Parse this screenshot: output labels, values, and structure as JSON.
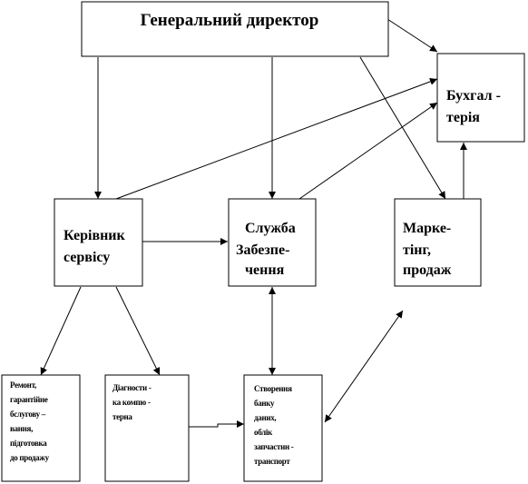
{
  "nodes": {
    "director": [
      "Генеральний  директор"
    ],
    "accounting": [
      "Бухгал -",
      "терія"
    ],
    "service_head": [
      "Керівник",
      "сервісу"
    ],
    "supply": [
      "Служба",
      "Забезпе-",
      "чення"
    ],
    "marketing": [
      "Марке-",
      "тінг,",
      "продаж"
    ],
    "repair": [
      "Ремонт,",
      "гарантійне",
      "бслугову –",
      "вання,",
      "підготовка",
      "до продажу"
    ],
    "diagnostics": [
      "Діагности -",
      "ка компю -",
      "терна"
    ],
    "database": [
      "Створення",
      "банку",
      "даних,",
      "облік",
      "запчастин -",
      "транспорт"
    ]
  }
}
